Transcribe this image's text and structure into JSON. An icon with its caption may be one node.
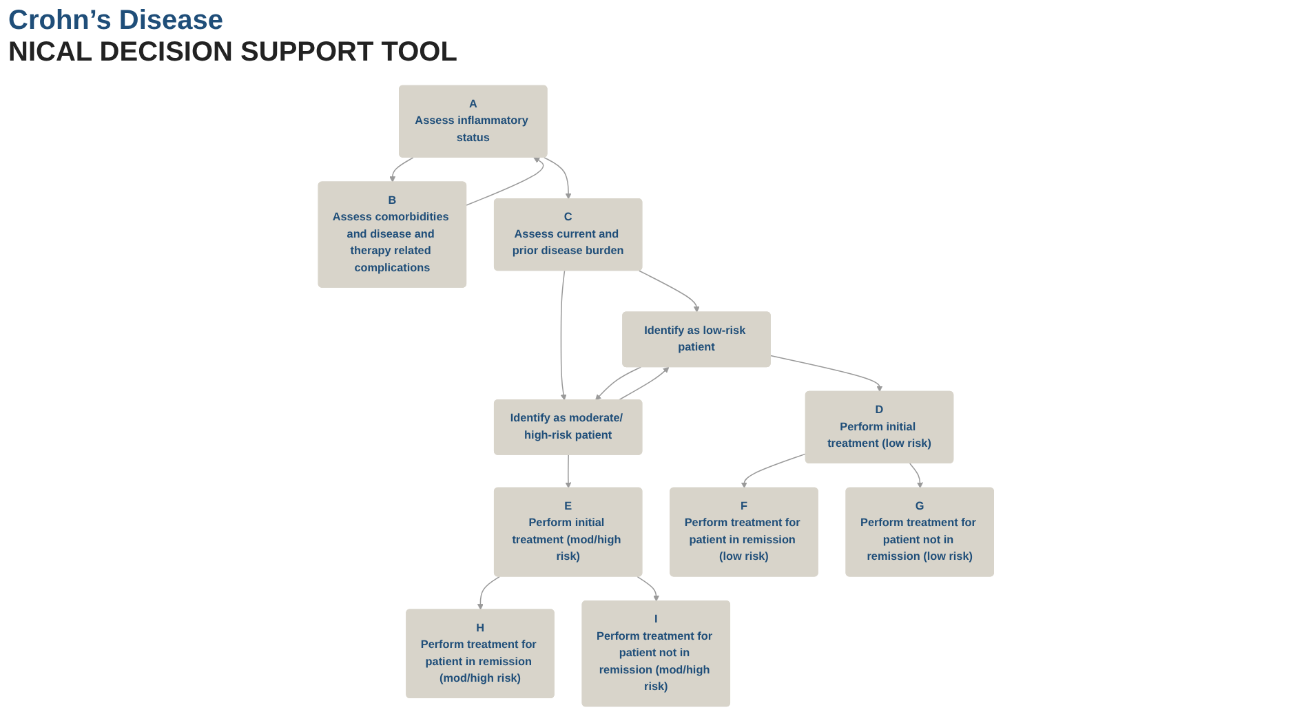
{
  "diagram": {
    "title": "Crohn’s Disease",
    "nodes": [
      {
        "text": [
          "A",
          "Assess inflammatory status"
        ]
      },
      {
        "text": [
          "B",
          "Assess comorbidities and disease and therapy related complications"
        ]
      },
      {
        "text": [
          "C",
          "Assess current and prior disease burden"
        ]
      },
      {
        "text": [
          "Identify as low-risk patient"
        ]
      },
      {
        "text": [
          "Identify as moderate/ high-risk patient"
        ]
      },
      {
        "text": [
          "D",
          "Perform initial treatment (low risk)"
        ]
      },
      {
        "text": [
          "E",
          "Perform initial treatment (mod/high risk)"
        ]
      },
      {
        "text": [
          "F",
          "Perform treatment for patient in remission (low risk)"
        ]
      },
      {
        "text": [
          "G",
          "Perform treatment for patient not in remission (low risk)"
        ]
      },
      {
        "text": [
          "H",
          "Perform treatment for patient in remission (mod/high risk)"
        ]
      },
      {
        "text": [
          "I",
          "Perform treatment for patient not in remission (mod/high risk)"
        ]
      }
    ],
    "edges": [
      {
        "from": 0,
        "to": 1,
        "arrow": "to"
      },
      {
        "from": 1,
        "to": 0,
        "arrow": "to"
      },
      {
        "from": 0,
        "to": 2,
        "arrow": "to"
      },
      {
        "from": 2,
        "to": 3,
        "arrow": "to"
      },
      {
        "from": 2,
        "to": 4,
        "arrow": "to"
      },
      {
        "from": 3,
        "to": 4,
        "arrow": "to"
      },
      {
        "from": 4,
        "to": 3,
        "arrow": "to"
      },
      {
        "from": 3,
        "to": 5,
        "arrow": "to"
      },
      {
        "from": 4,
        "to": 6,
        "arrow": "to"
      },
      {
        "from": 5,
        "to": 7,
        "arrow": "to"
      },
      {
        "from": 5,
        "to": 8,
        "arrow": "to"
      },
      {
        "from": 6,
        "to": 9,
        "arrow": "to"
      },
      {
        "from": 6,
        "to": 10,
        "arrow": "to"
      }
    ],
    "labels": [
      "NICAL DECISION SUPPORT TOOL"
    ]
  }
}
